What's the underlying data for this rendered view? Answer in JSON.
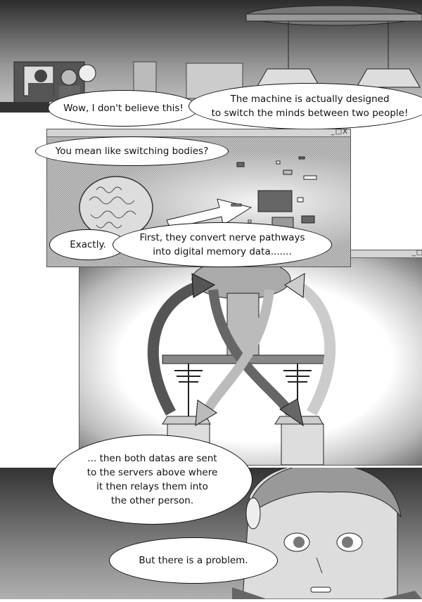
{
  "panel_top": {
    "bubble_wow": "Wow, I don't believe this!",
    "bubble_machine_line1": "The machine is actually designed",
    "bubble_machine_line2": "to switch the minds between two people!"
  },
  "window_brain": {
    "controls": "_□X",
    "bubble_question": "You mean like switching bodies?",
    "bubble_exactly": "Exactly.",
    "bubble_convert_line1": "First, they convert nerve pathways",
    "bubble_convert_line2": "into digital memory data......."
  },
  "window_machine": {
    "controls": "_□X"
  },
  "panel_bottom": {
    "bubble_servers_line1": "... then both datas are sent",
    "bubble_servers_line2": "to the servers above where",
    "bubble_servers_line3": "it then relays them into",
    "bubble_servers_line4": "the other person.",
    "bubble_problem": "But there is a problem."
  }
}
